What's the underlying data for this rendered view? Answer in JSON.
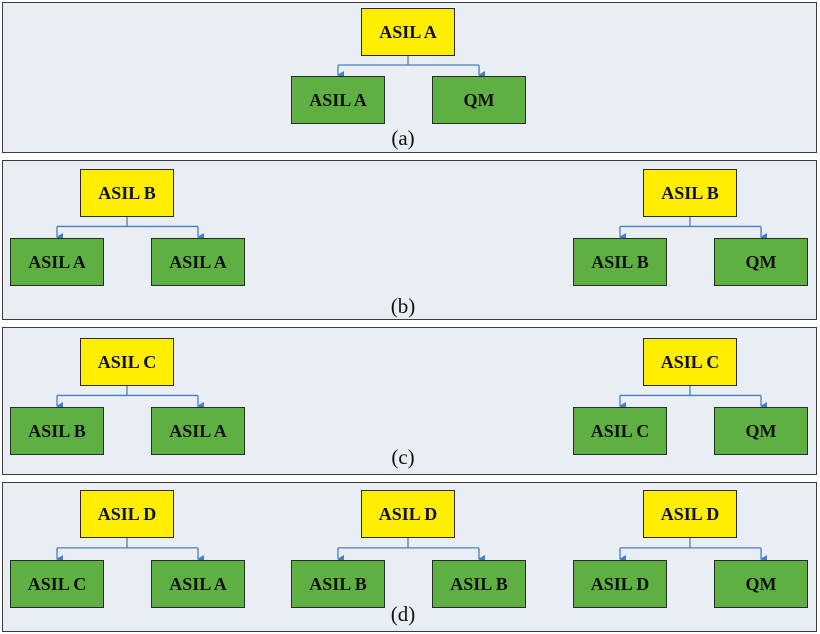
{
  "colors": {
    "panel_bg": "#e9edf4",
    "parent_fill": "#ffee00",
    "child_fill": "#5fb043",
    "connector": "#4a7ec4"
  },
  "panels": [
    {
      "caption": "(a)",
      "trees": [
        {
          "parent": "ASIL A",
          "children": [
            "ASIL A",
            "QM"
          ]
        }
      ]
    },
    {
      "caption": "(b)",
      "trees": [
        {
          "parent": "ASIL B",
          "children": [
            "ASIL A",
            "ASIL A"
          ]
        },
        {
          "parent": "ASIL B",
          "children": [
            "ASIL B",
            "QM"
          ]
        }
      ]
    },
    {
      "caption": "(c)",
      "trees": [
        {
          "parent": "ASIL C",
          "children": [
            "ASIL B",
            "ASIL A"
          ]
        },
        {
          "parent": "ASIL C",
          "children": [
            "ASIL C",
            "QM"
          ]
        }
      ]
    },
    {
      "caption": "(d)",
      "trees": [
        {
          "parent": "ASIL D",
          "children": [
            "ASIL C",
            "ASIL A"
          ]
        },
        {
          "parent": "ASIL D",
          "children": [
            "ASIL B",
            "ASIL B"
          ]
        },
        {
          "parent": "ASIL D",
          "children": [
            "ASIL D",
            "QM"
          ]
        }
      ]
    }
  ]
}
